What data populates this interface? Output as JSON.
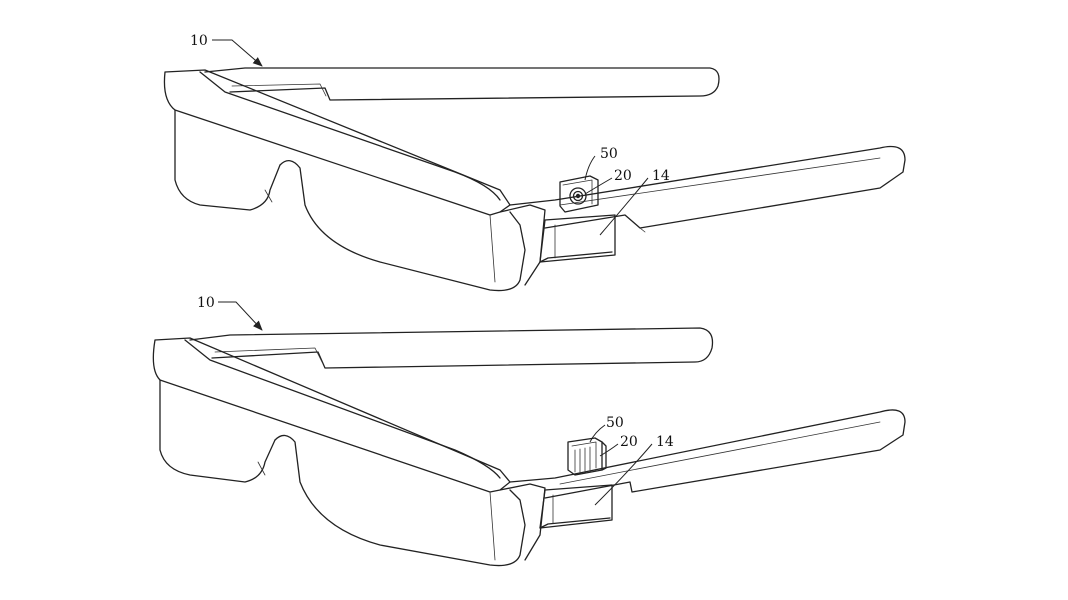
{
  "figure": {
    "top_view": {
      "labels": {
        "glasses_ref": "10",
        "cover_ref": "50",
        "camera_ref": "20",
        "module_ref": "14"
      }
    },
    "bottom_view": {
      "labels": {
        "glasses_ref": "10",
        "cover_ref": "50",
        "camera_ref": "20",
        "module_ref": "14"
      }
    }
  }
}
